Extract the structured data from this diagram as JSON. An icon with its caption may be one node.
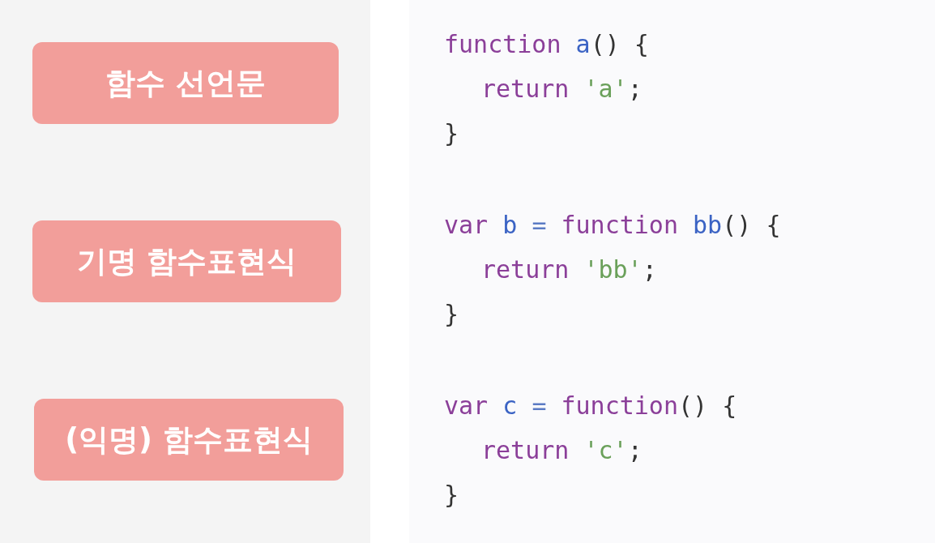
{
  "diagram": {
    "nodes": [
      {
        "text": [
          "함수 선언문"
        ]
      },
      {
        "text": [
          "기명 함수표현식"
        ]
      },
      {
        "text": [
          "(익명) 함수표현식"
        ]
      }
    ],
    "edges": [],
    "labels": [
      "function a() {",
      "return 'a';",
      "}",
      "var b = function bb() {",
      "return 'bb';",
      "}",
      "var c = function() {",
      "return 'c';",
      "}"
    ]
  }
}
